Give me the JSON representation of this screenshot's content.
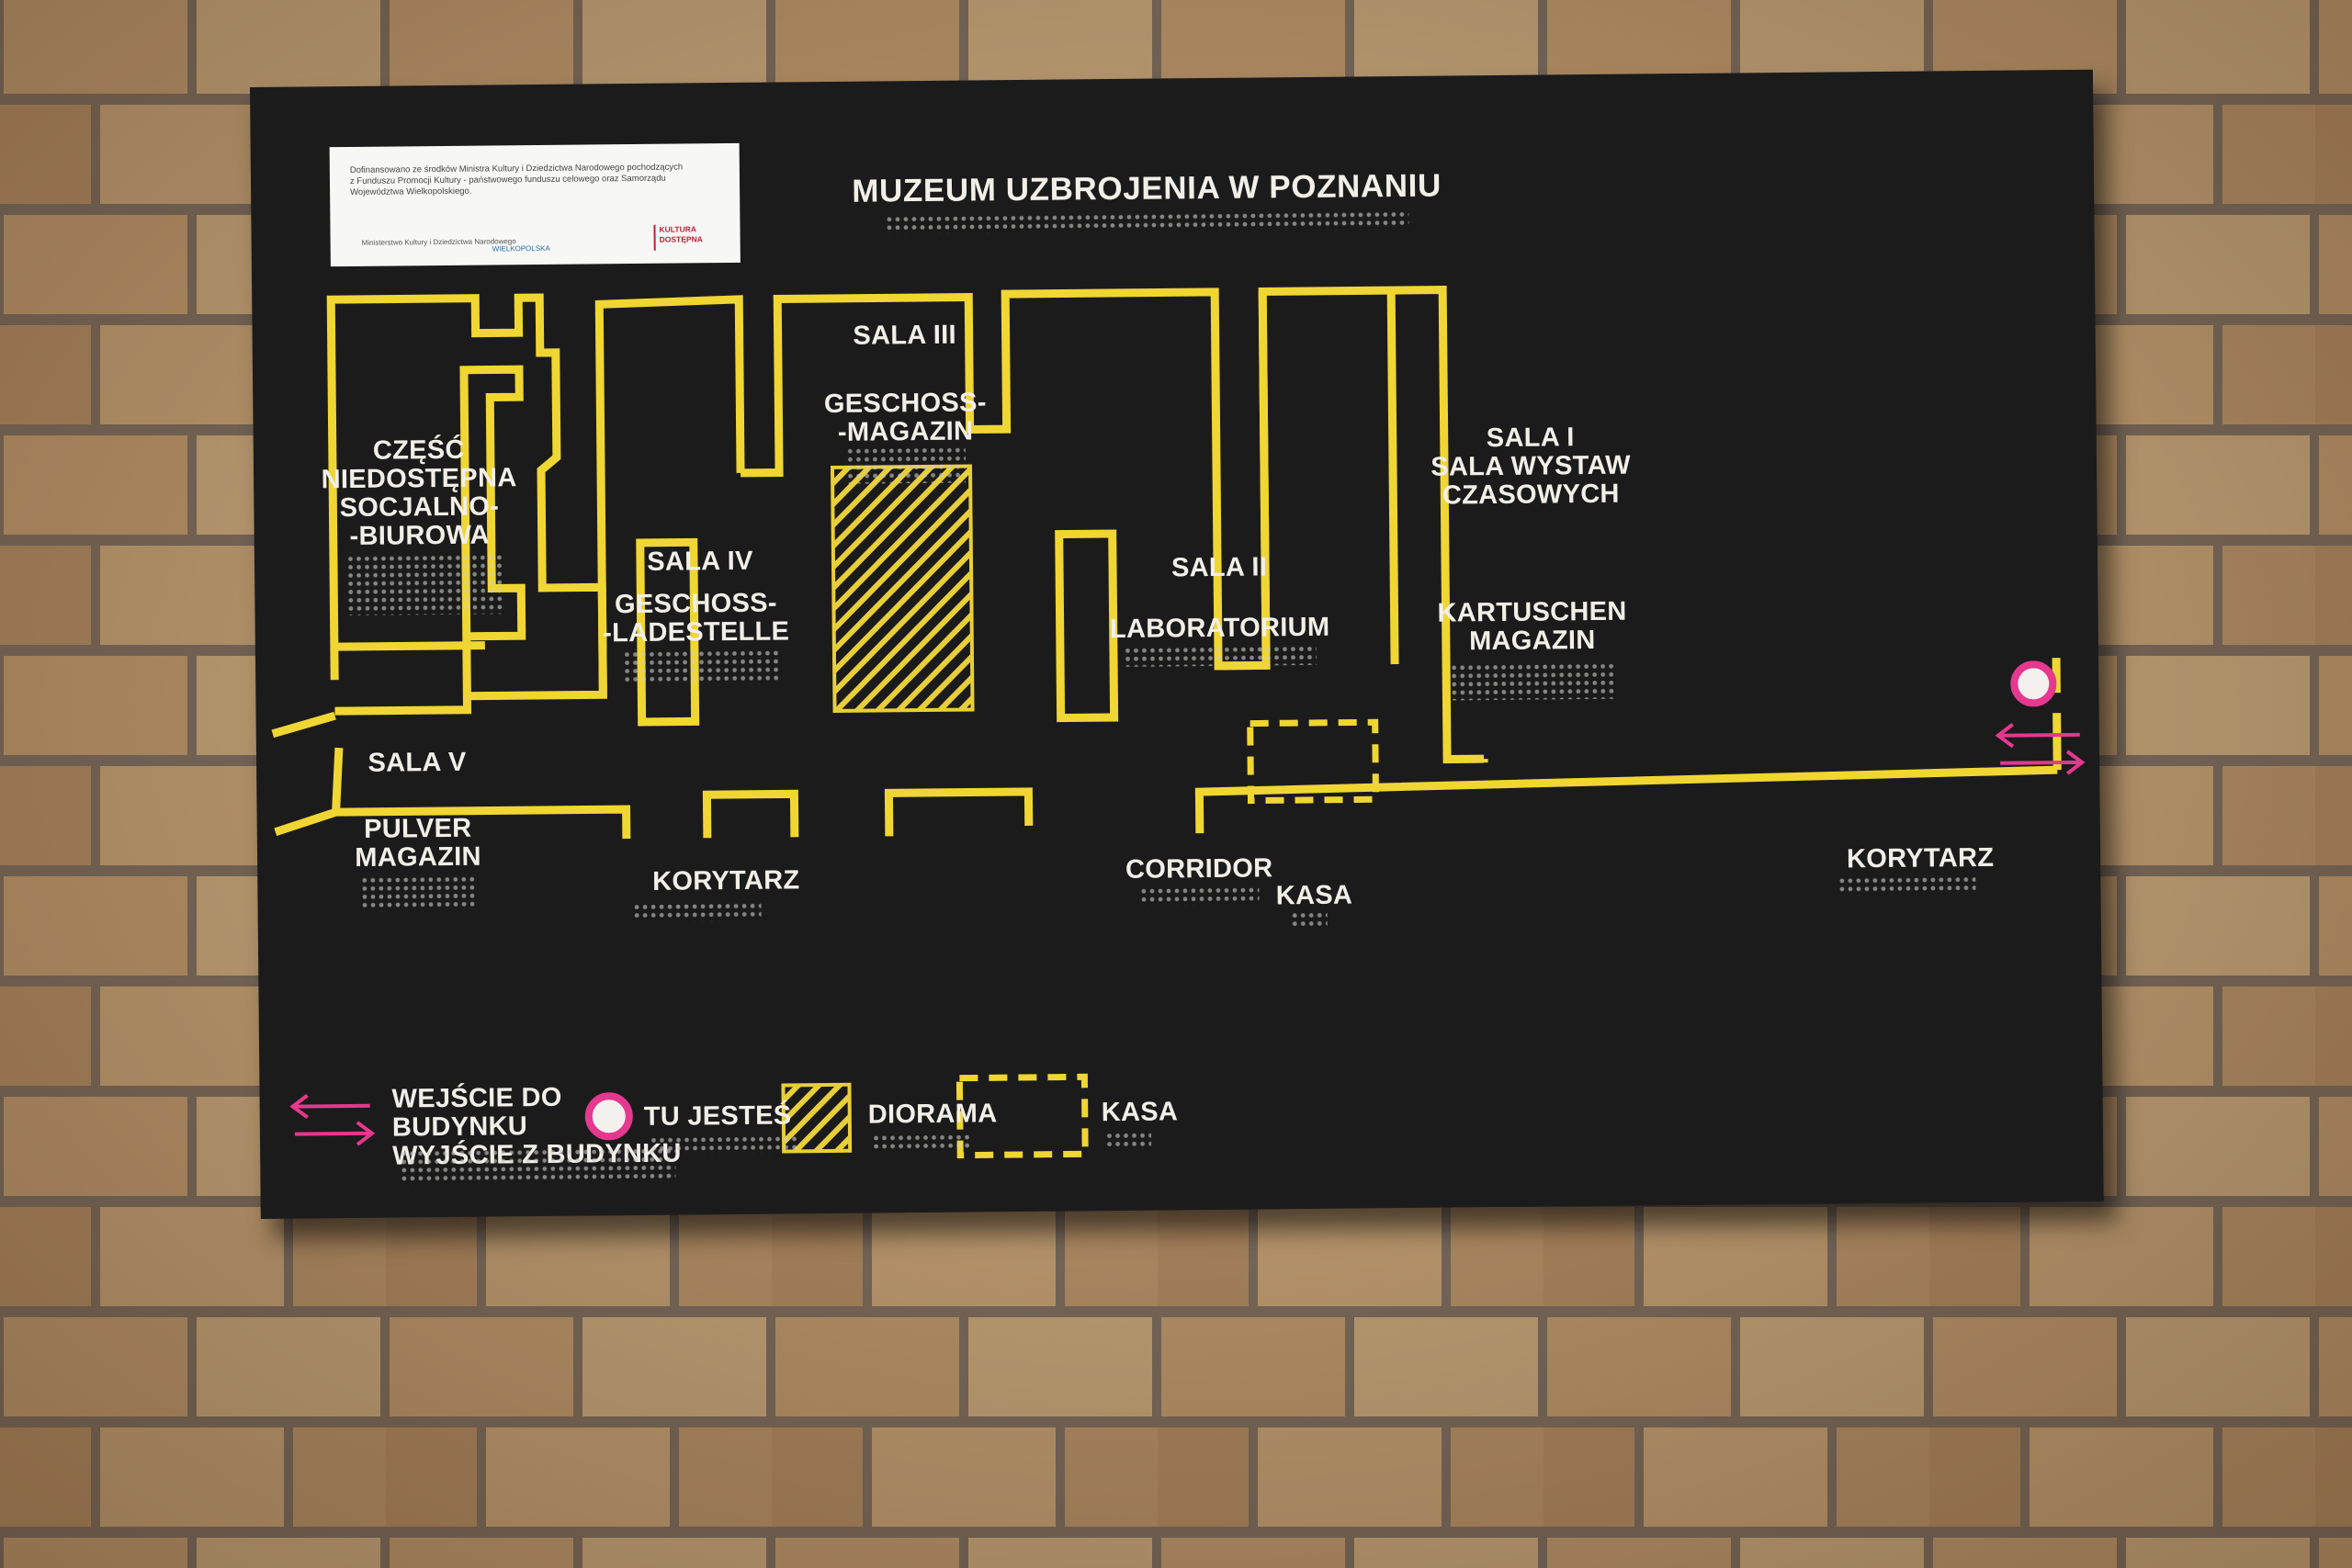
{
  "sign": {
    "title": "MUZEUM UZBROJENIA W POZNANIU",
    "sponsor": {
      "text": "Dofinansowano ze środków Ministra Kultury i Dziedzictwa Narodowego pochodzących\nz Funduszu Promocji Kultury - państwowego funduszu celowego oraz Samorządu\nWojewództwa Wielkopolskiego.",
      "logo_ministry": "Ministerstwo Kultury\ni Dziedzictwa Narodowego",
      "logo_region": "WIELKOPOLSKA",
      "logo_kultura": "KULTURA\nDOSTĘPNA"
    }
  },
  "rooms": {
    "czesc": "CZĘŚĆ\nNIEDOSTĘPNA\nSOCJALNO-\n-BIUROWA",
    "sala_v": "SALA V",
    "pulver": "PULVER\nMAGAZIN",
    "sala_iv": "SALA IV",
    "geschoss_ladestelle": "GESCHOSS-\n-LADESTELLE",
    "sala_iii": "SALA III",
    "geschoss_magazin": "GESCHOSS-\n-MAGAZIN",
    "sala_ii": "SALA II",
    "laboratorium": "LABORATORIUM",
    "sala_i": "SALA I\nSALA WYSTAW\nCZASOWYCH",
    "kartuschen": "KARTUSCHEN\nMAGAZIN",
    "korytarz_left": "KORYTARZ",
    "corridor": "CORRIDOR",
    "kasa": "KASA",
    "korytarz_right": "KORYTARZ"
  },
  "legend": {
    "entrance": "WEJŚCIE DO BUDYNKU\nWYJŚCIE Z BUDYNKU",
    "you_are_here": "TU JESTEŚ",
    "diorama": "DIORAMA",
    "kasa": "KASA"
  },
  "colors": {
    "panel": "#1c1b1c",
    "walls": "#f0d633",
    "marker": "#e5388f",
    "text": "#f1efe8"
  }
}
